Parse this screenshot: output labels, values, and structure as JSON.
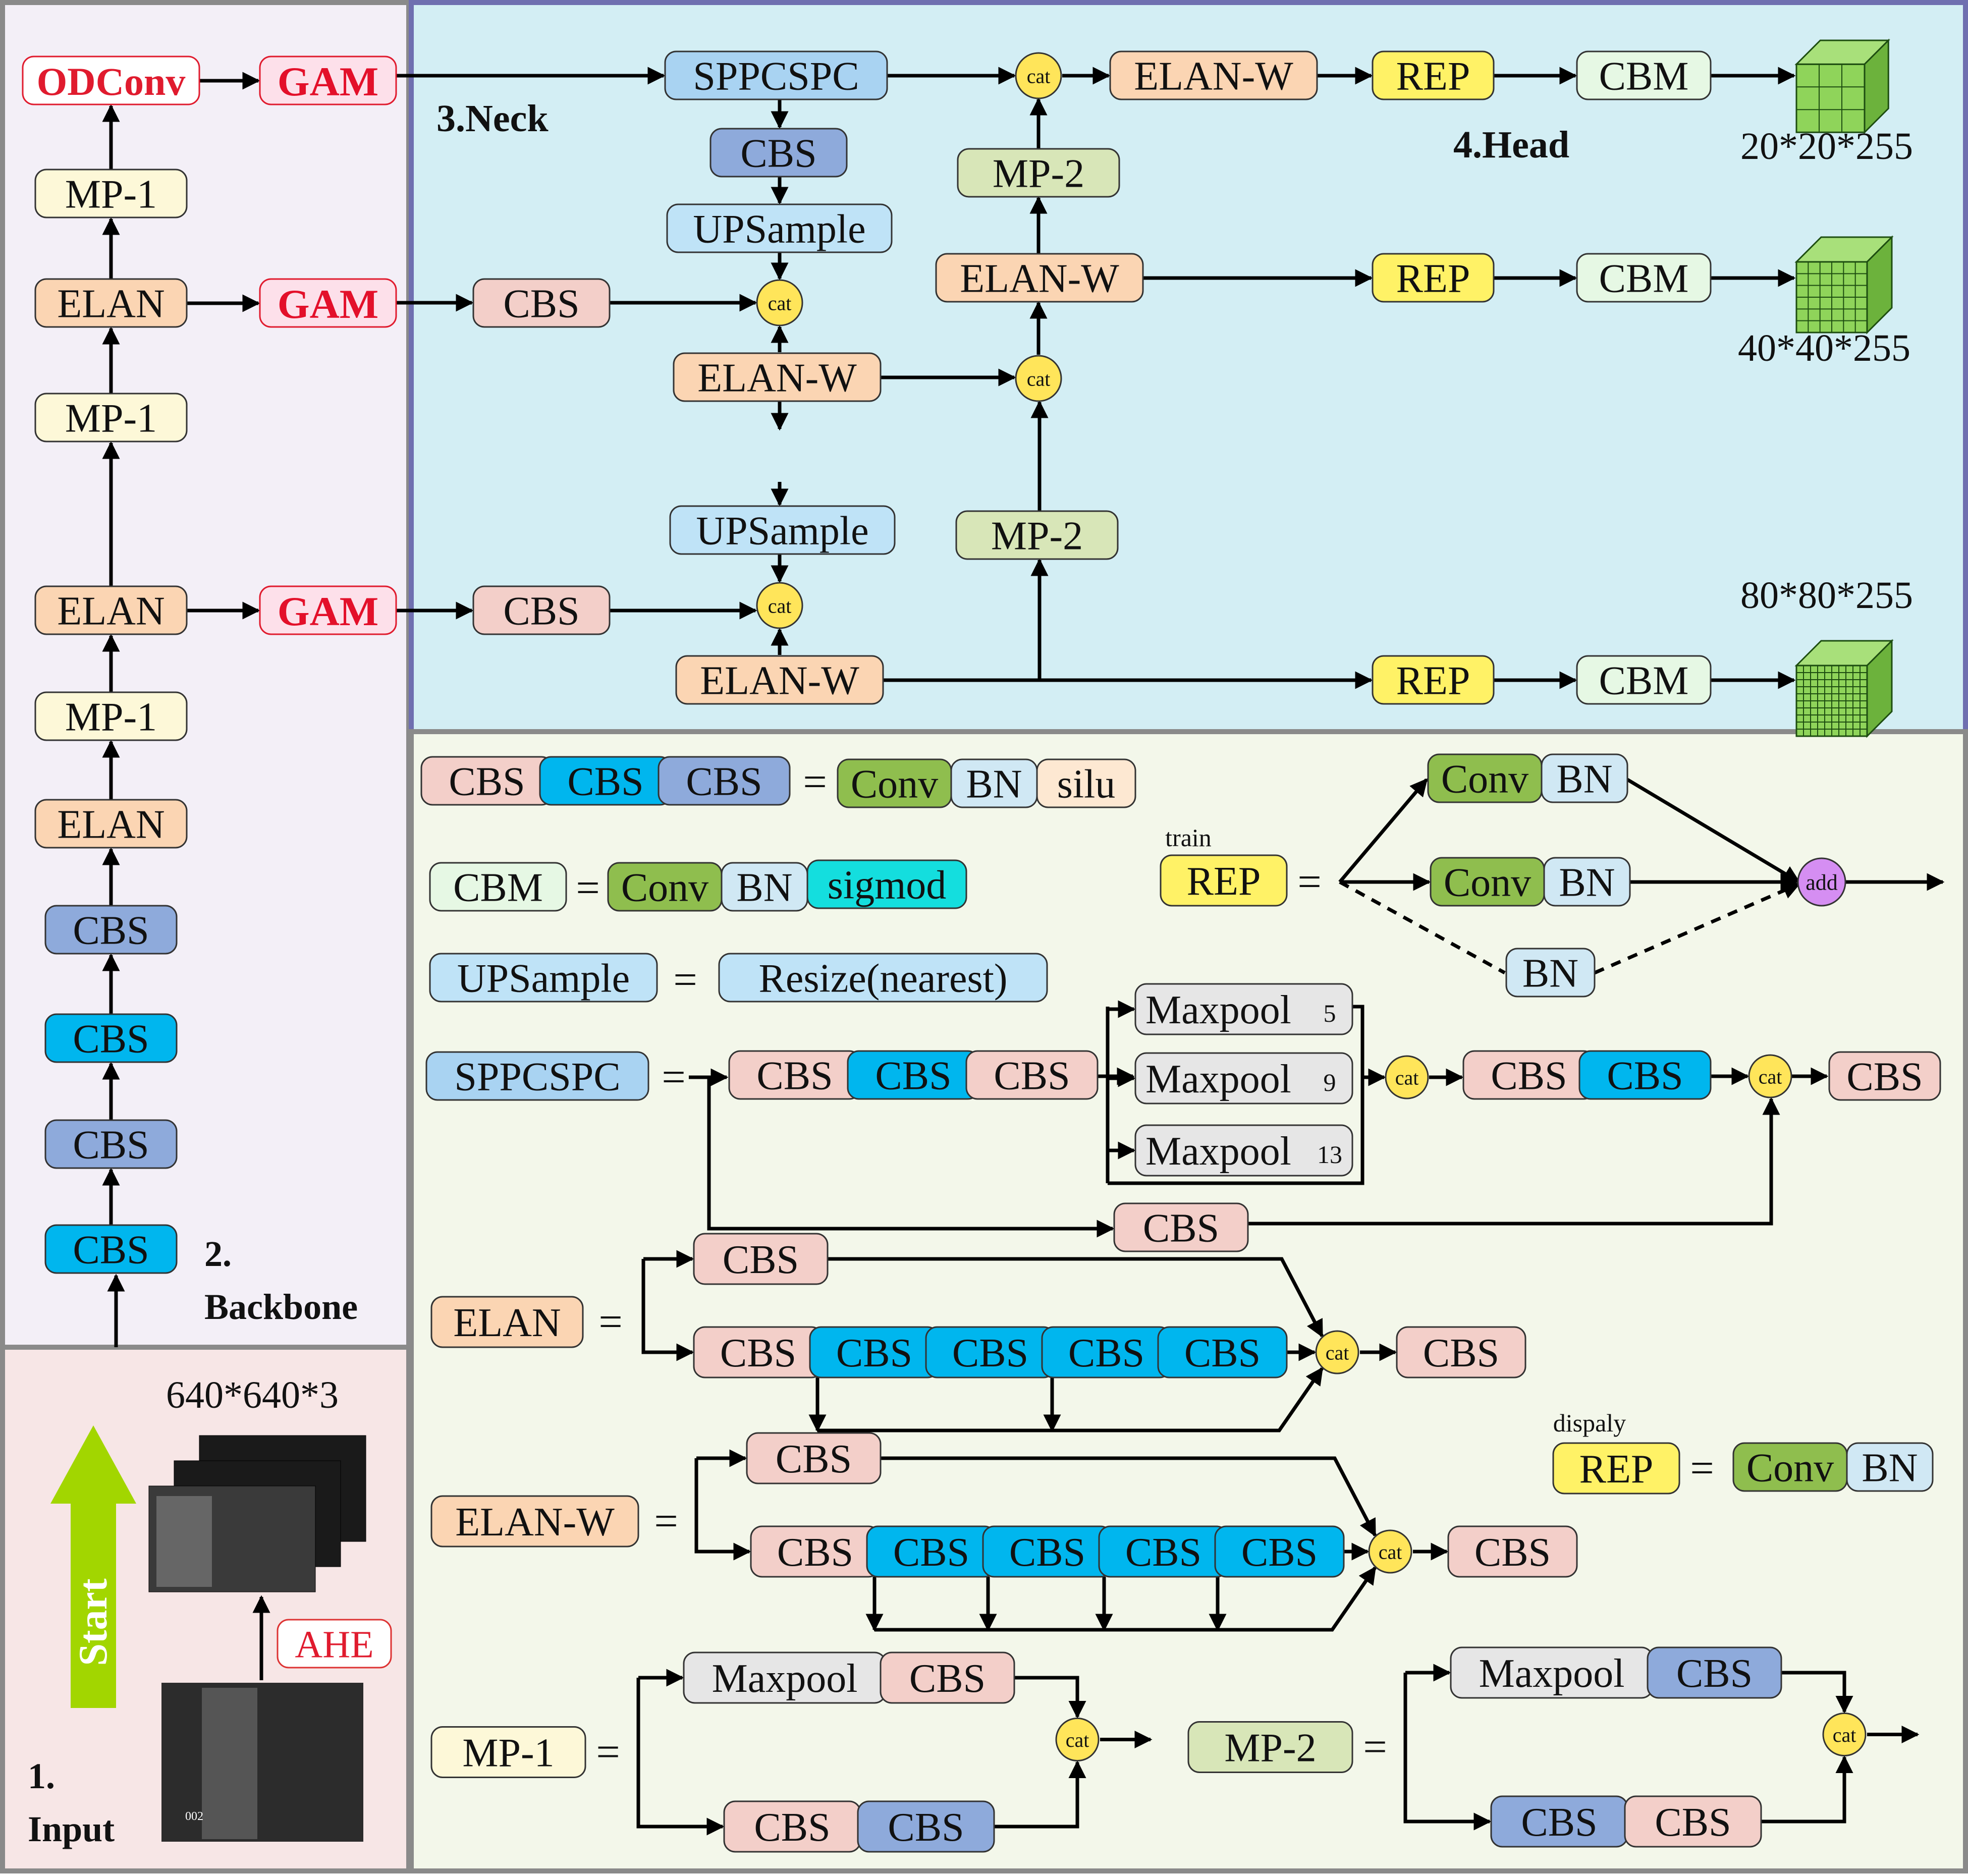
{
  "sections": {
    "input": "1.\nInput",
    "backbone": "2.\nBackbone",
    "neck": "3.Neck",
    "head": "4.Head"
  },
  "input": {
    "size": "640*640*3",
    "ahe": "AHE",
    "start": "Start",
    "frame_tag": "002"
  },
  "backbone_nodes": [
    "CBS",
    "CBS",
    "CBS",
    "CBS",
    "ELAN",
    "MP-1",
    "ELAN",
    "MP-1",
    "ELAN",
    "MP-1",
    "ODConv"
  ],
  "gam": "GAM",
  "neck": {
    "sppcspc": "SPPCSPC",
    "cbs": "CBS",
    "upsample": "UPSample",
    "cat": "cat",
    "elan_w": "ELAN-W",
    "mp2": "MP-2"
  },
  "head": {
    "rep": "REP",
    "cbm": "CBM",
    "outputs": [
      "20*20*255",
      "40*40*255",
      "80*80*255"
    ]
  },
  "legend": {
    "cbs": {
      "parts": [
        "CBS",
        "CBS",
        "CBS"
      ],
      "eq": "=",
      "def": [
        "Conv",
        "BN",
        "silu"
      ]
    },
    "cbm": {
      "left": "CBM",
      "eq": "=",
      "def": [
        "Conv",
        "BN",
        "sigmod"
      ]
    },
    "upsample": {
      "left": "UPSample",
      "eq": "=",
      "def": "Resize(nearest)"
    },
    "rep_train": {
      "caption": "train",
      "left": "REP",
      "eq": "=",
      "branches": [
        [
          "Conv",
          "BN"
        ],
        [
          "Conv",
          "BN"
        ],
        [
          "BN"
        ]
      ],
      "op": "add"
    },
    "rep_display": {
      "caption": "dispaly",
      "left": "REP",
      "eq": "=",
      "def": [
        "Conv",
        "BN"
      ]
    },
    "sppcspc": {
      "left": "SPPCSPC",
      "eq": "=",
      "chain1": [
        "CBS",
        "CBS",
        "CBS"
      ],
      "pools": [
        [
          "Maxpool",
          "5"
        ],
        [
          "Maxpool",
          "9"
        ],
        [
          "Maxpool",
          "13"
        ]
      ],
      "chain2": [
        "CBS",
        "CBS"
      ],
      "shortcut": "CBS",
      "out": "CBS",
      "cat": "cat"
    },
    "elan": {
      "left": "ELAN",
      "eq": "=",
      "top": "CBS",
      "chain": [
        "CBS",
        "CBS",
        "CBS",
        "CBS",
        "CBS"
      ],
      "out": "CBS",
      "cat": "cat"
    },
    "elan_w": {
      "left": "ELAN-W",
      "eq": "=",
      "top": "CBS",
      "chain": [
        "CBS",
        "CBS",
        "CBS",
        "CBS",
        "CBS"
      ],
      "out": "CBS",
      "cat": "cat"
    },
    "mp1": {
      "left": "MP-1",
      "eq": "=",
      "top": [
        "Maxpool",
        "CBS"
      ],
      "bottom": [
        "CBS",
        "CBS"
      ],
      "cat": "cat"
    },
    "mp2": {
      "left": "MP-2",
      "eq": "=",
      "top": [
        "Maxpool",
        "CBS"
      ],
      "bottom": [
        "CBS",
        "CBS"
      ],
      "cat": "cat"
    }
  },
  "colors": {
    "cbs_pink": "#f3cfc9",
    "cbs_cyan": "#00b6ee",
    "cbs_blue": "#8eaadb",
    "elan": "#fbd5b3",
    "mp1": "#fdf8d8",
    "gam": "#fde0ea",
    "gam_text": "#e3102a",
    "sppcspc": "#a9d3f2",
    "upsample": "#bfe3f7",
    "mp2": "#d8e6b8",
    "rep": "#fff266",
    "cbm": "#e6f8e4",
    "conv": "#8fbe4e",
    "bn": "#d0e8f4",
    "silu": "#fde8d2",
    "sigmod": "#14dede",
    "maxpool": "#e6e6e6",
    "cat": "#ffe55a",
    "add": "#d58ef2",
    "neck_bg": "#d3eef4",
    "legend_bg": "#f3f7ea",
    "backbone_bg": "#f3eff7",
    "input_bg": "#f7e6e6",
    "arrow_green": "#a2d600"
  }
}
